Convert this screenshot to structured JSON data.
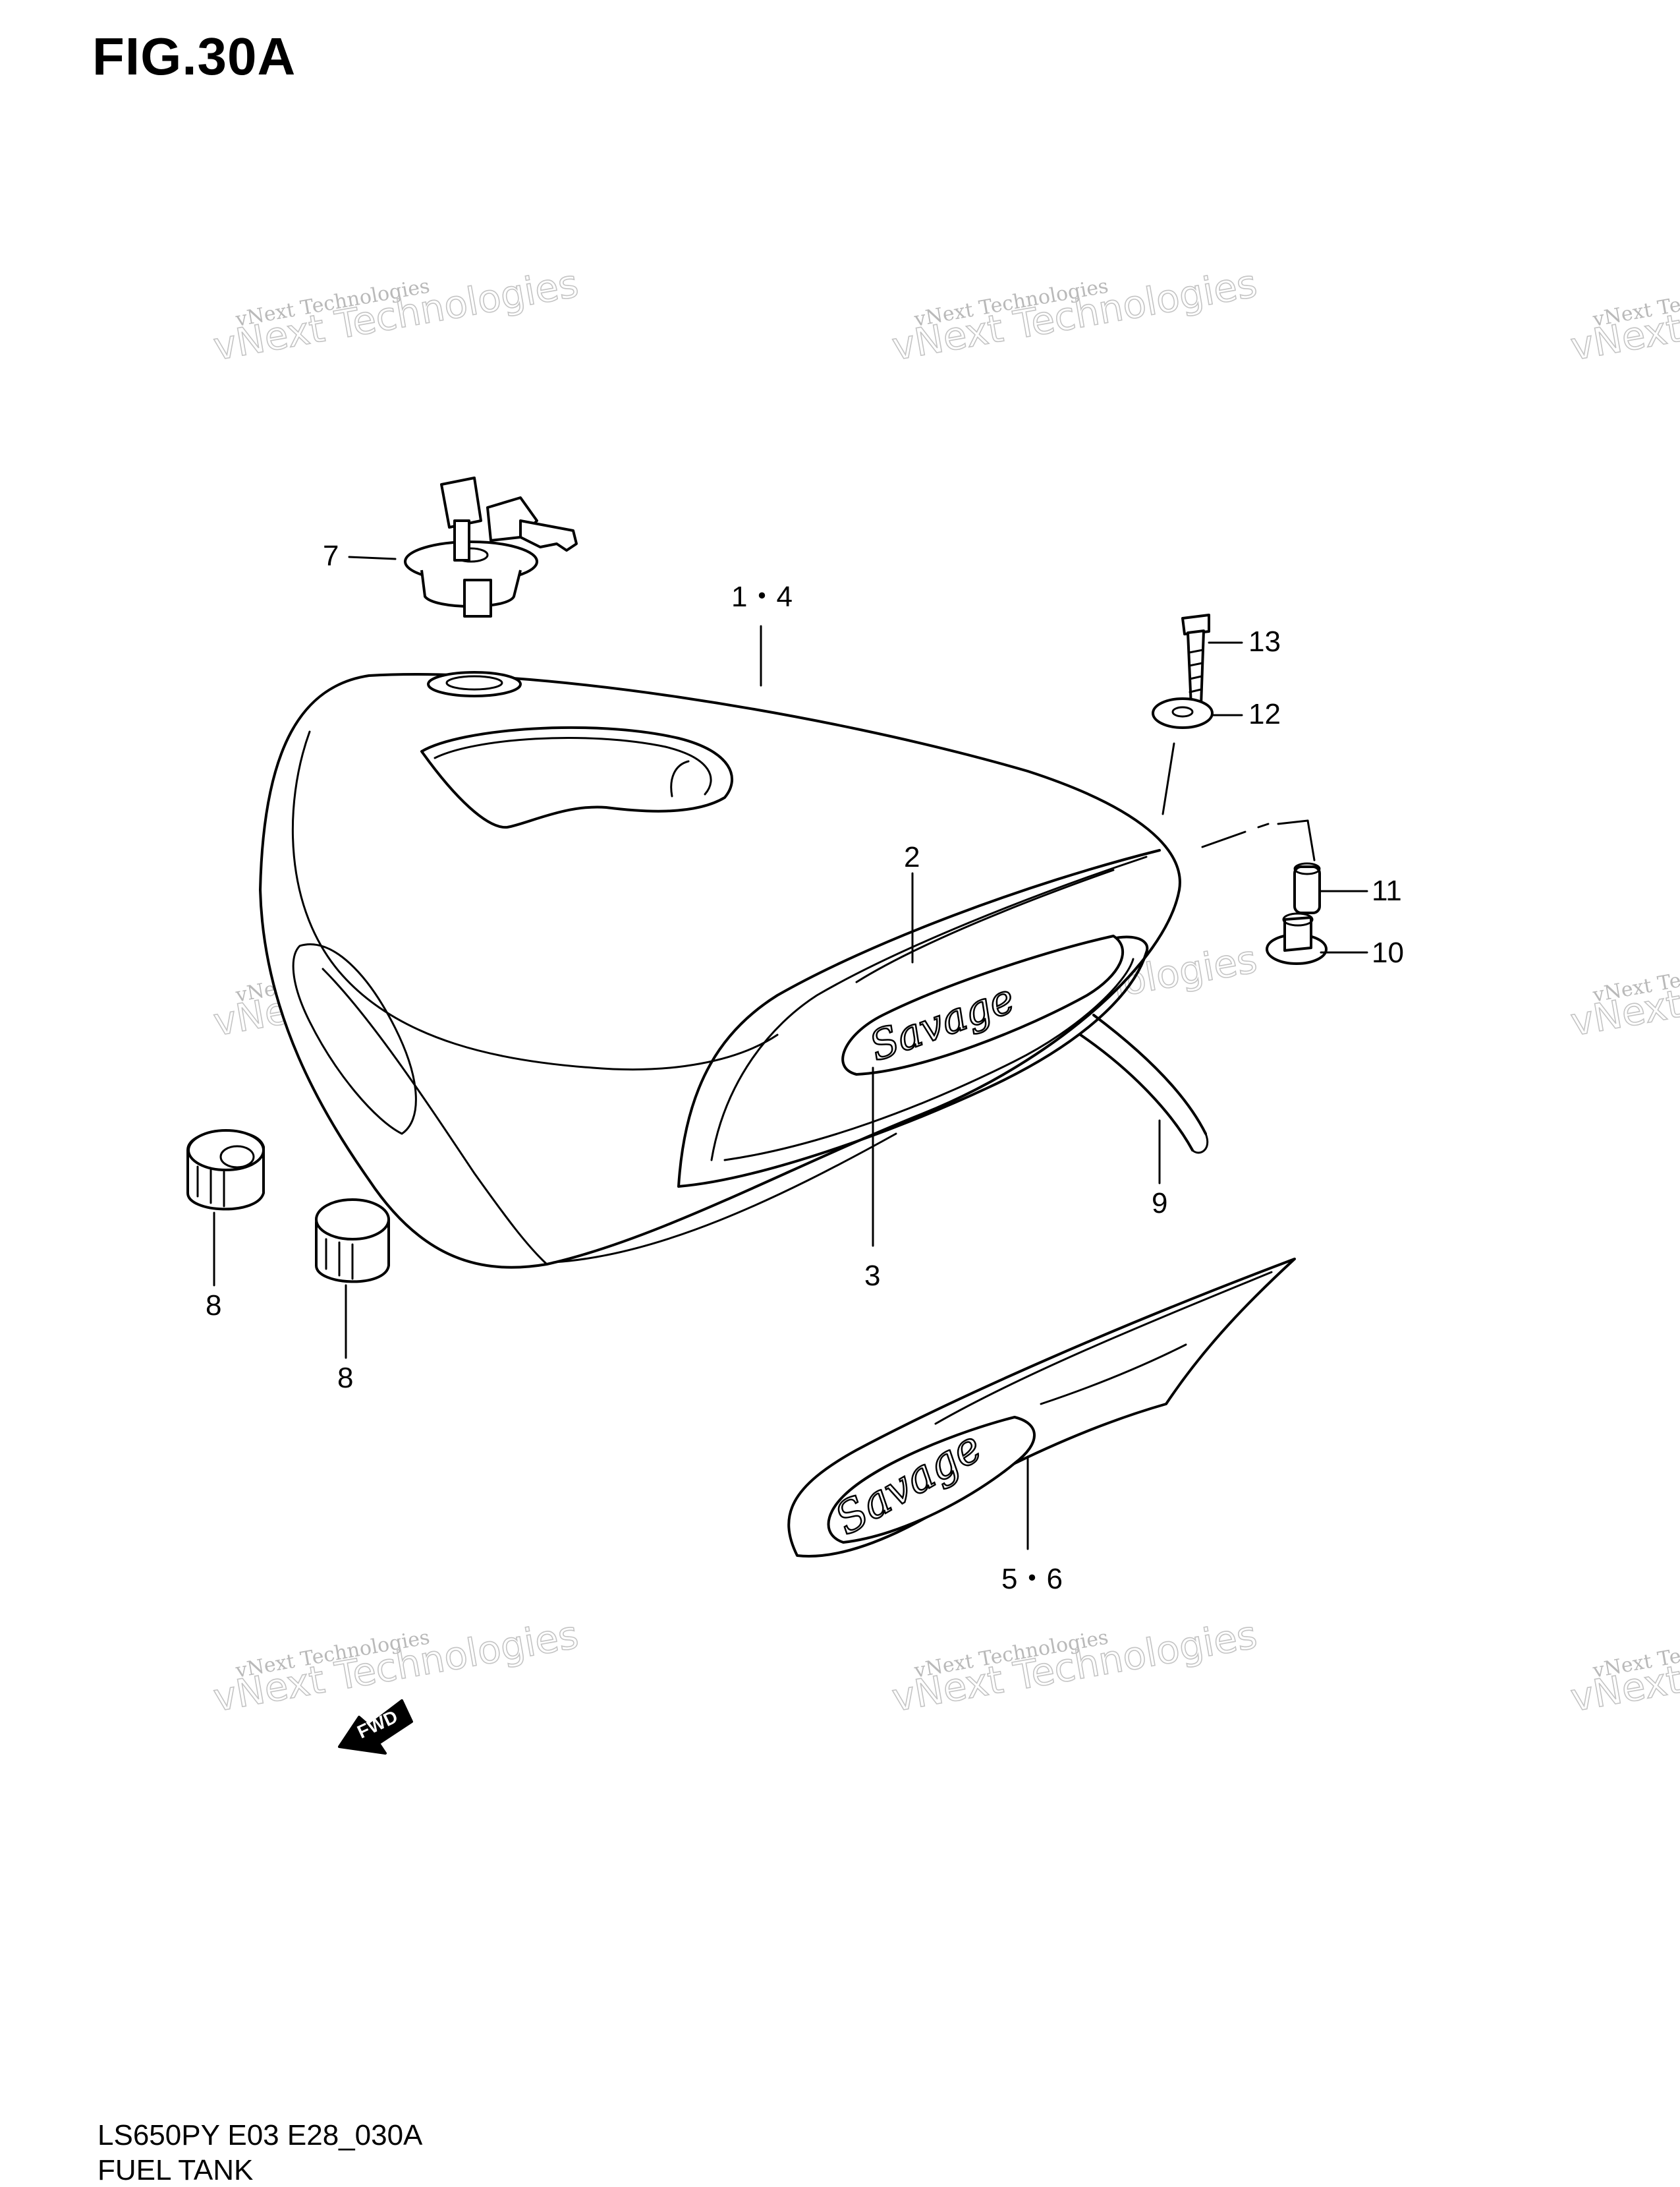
{
  "figure": {
    "title": "FIG.30A",
    "model_code": "LS650PY E03 E28_030A",
    "section_name": "FUEL TANK"
  },
  "callouts": {
    "c1_4": "1・4",
    "c2": "2",
    "c3": "3",
    "c5_6": "5・6",
    "c7": "7",
    "c8a": "8",
    "c8b": "8",
    "c9": "9",
    "c10": "10",
    "c11": "11",
    "c12": "12",
    "c13": "13"
  },
  "emblem": {
    "text": "Savage"
  },
  "fwd_arrow": {
    "text": "FWD"
  },
  "watermark": {
    "line1": "vNext Technologies",
    "line2": "vNext Technologies"
  },
  "colors": {
    "line": "#000000",
    "watermark": "#bdbdbd"
  }
}
